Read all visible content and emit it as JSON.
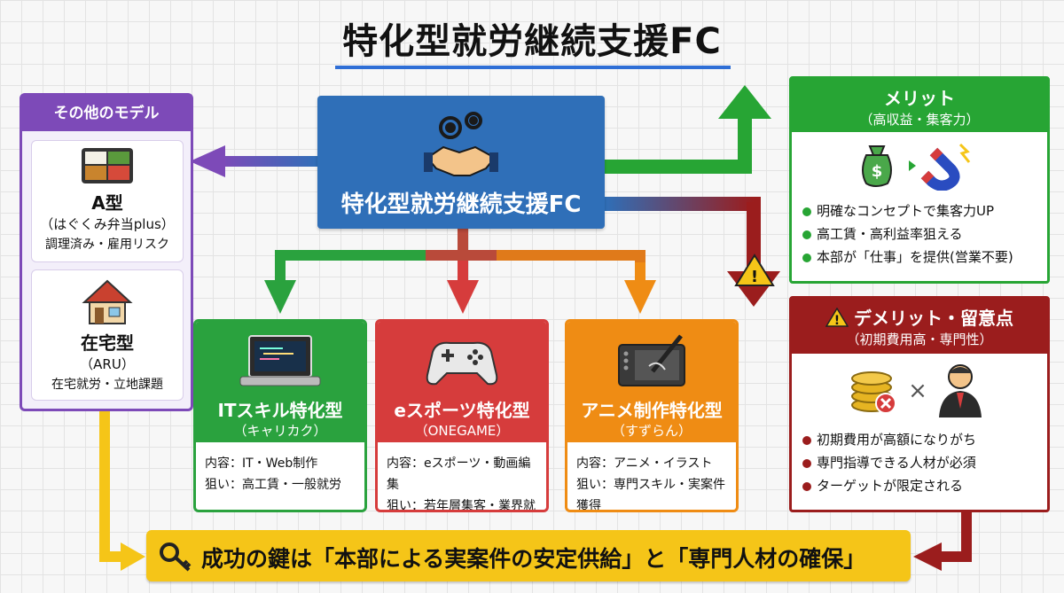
{
  "title": "特化型就労継続支援FC",
  "center": {
    "label": "特化型就労継続支援FC"
  },
  "left_panel": {
    "header": "その他のモデル",
    "models": [
      {
        "name": "A型",
        "sub": "（はぐくみ弁当plus）",
        "desc": "調理済み・雇用リスク"
      },
      {
        "name": "在宅型",
        "sub": "（ARU）",
        "desc": "在宅就労・立地課題"
      }
    ]
  },
  "types": [
    {
      "name": "ITスキル特化型",
      "sub": "（キャリカク）",
      "content": "内容：IT・Web制作",
      "aim": "狙い：高工賃・一般就労",
      "color": "#2aa23e"
    },
    {
      "name": "eスポーツ特化型",
      "sub": "（ONEGAME）",
      "content": "内容：eスポーツ・動画編集",
      "aim": "狙い：若年層集客・業界就職",
      "color": "#d63c3c"
    },
    {
      "name": "アニメ制作特化型",
      "sub": "（すずらん）",
      "content": "内容：アニメ・イラスト",
      "aim": "狙い：専門スキル・実案件獲得",
      "color": "#ef8c14"
    }
  ],
  "merit": {
    "title": "メリット",
    "sub": "（高収益・集客力）",
    "items": [
      "明確なコンセプトで集客力UP",
      "高工賃・高利益率狙える",
      "本部が「仕事」を提供(営業不要)"
    ],
    "color": "#27a534"
  },
  "demerit": {
    "title": "デメリット・留意点",
    "sub": "（初期費用高・専門性）",
    "items": [
      "初期費用が高額になりがち",
      "専門指導できる人材が必須",
      "ターゲットが限定される"
    ],
    "color": "#9b1d1d"
  },
  "key_message": "成功の鍵は「本部による実案件の安定供給」と「専門人材の確保」",
  "icons": [
    "gears-icon",
    "handshake-icon",
    "bento-icon",
    "house-icon",
    "laptop-icon",
    "gamepad-icon",
    "pen-tablet-icon",
    "money-bag-icon",
    "magnet-icon",
    "warning-icon",
    "coins-icon",
    "person-icon",
    "key-icon"
  ]
}
